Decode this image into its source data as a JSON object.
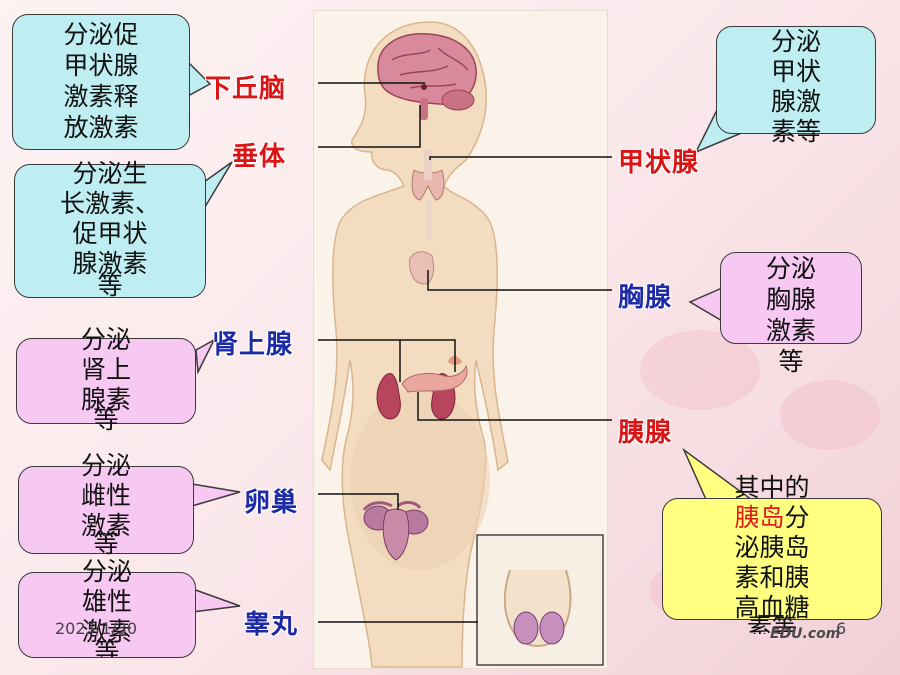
{
  "labels": {
    "hypothalamus": "下丘脑",
    "pituitary": "垂体",
    "thyroid": "甲状腺",
    "thymus": "胸腺",
    "adrenal": "肾上腺",
    "pancreas": "胰腺",
    "ovary": "卵巢",
    "testis": "睾丸"
  },
  "bubbles": {
    "hypothalamus": [
      "分泌促",
      "甲状腺",
      "激素释",
      "放激素"
    ],
    "pituitary": [
      "分泌生",
      "长激素、",
      "促甲状",
      "腺激素",
      "等"
    ],
    "adrenal": [
      "分泌",
      "肾上",
      "腺素",
      "等"
    ],
    "ovary": [
      "分泌",
      "雌性",
      "激素",
      "等"
    ],
    "testis": [
      "分泌",
      "雄性",
      "激素",
      "等"
    ],
    "thyroid": [
      "分泌",
      "甲状",
      "腺激",
      "素等"
    ],
    "thymus": [
      "分泌",
      "胸腺",
      "激素",
      "等"
    ],
    "pancreas": {
      "line1": "其中的",
      "islet": "胰岛",
      "line2_rest": "分",
      "line3": "泌胰岛",
      "line4": "素和胰",
      "line5": "高血糖",
      "line6": "素等"
    }
  },
  "footer": {
    "date": "2023/1/30",
    "page": "6",
    "watermark": "EDU.com"
  },
  "colors": {
    "label_red": "#d81414",
    "label_blue": "#1d2aa6",
    "bubble_cyan": "#bfeef2",
    "bubble_pink": "#f7c8f2",
    "bubble_yellow": "#ffff80"
  }
}
